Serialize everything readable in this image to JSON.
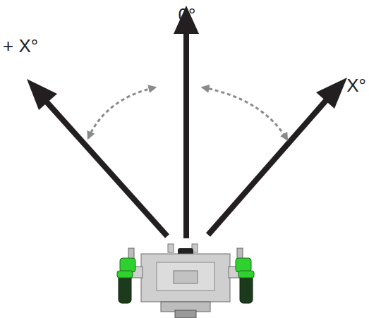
{
  "diagram": {
    "labels": [
      "0°",
      "+ X°",
      "- X°"
    ]
  }
}
